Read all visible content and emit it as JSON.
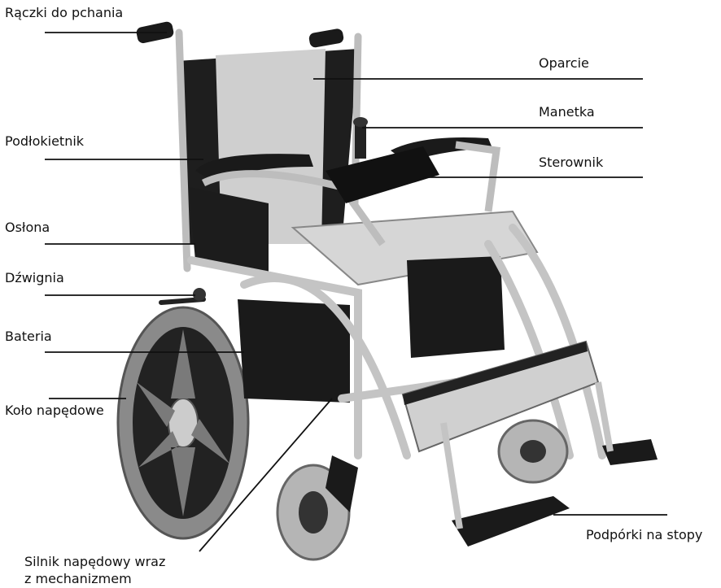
{
  "labels": {
    "push_handles": "Rączki do pchania",
    "backrest": "Oparcie",
    "joystick": "Manetka",
    "controller": "Sterownik",
    "armrest": "Podłokietnik",
    "guard": "Osłona",
    "lever": "Dźwignia",
    "battery": "Bateria",
    "drive_wheel": "Koło napędowe",
    "motor_line1": "Silnik napędowy wraz",
    "motor_line2": "z mechanizmem",
    "footrests": "Podpórki na stopy"
  }
}
